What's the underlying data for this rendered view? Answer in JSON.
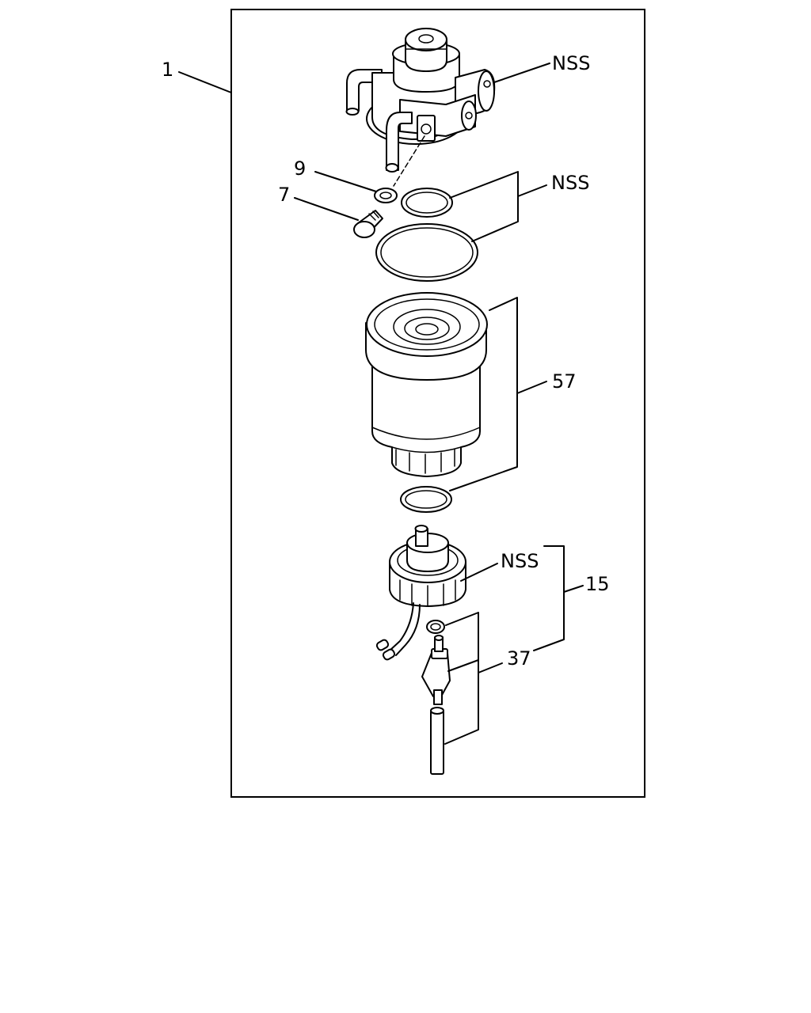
{
  "labels": {
    "assembly": "1",
    "nss_top": "NSS",
    "gasket": "9",
    "plug": "7",
    "nss_rings": "NSS",
    "filter": "57",
    "nss_bowl": "NSS",
    "sensor_assembly": "15",
    "drain_kit": "37"
  }
}
